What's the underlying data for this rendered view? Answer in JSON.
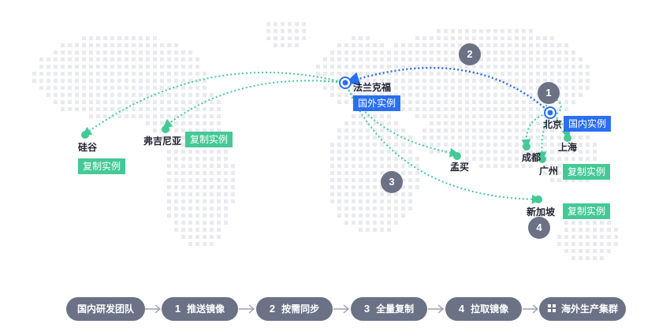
{
  "map": {
    "cities": {
      "frankfurt": "法兰克福",
      "beijing": "北京",
      "shanghai": "上海",
      "chengdu": "成都",
      "guangzhou": "广州",
      "mumbai": "孟买",
      "singapore": "新加坡",
      "siliconvalley": "硅谷",
      "virginia": "弗吉尼亚"
    },
    "tags": {
      "frankfurt": "国外实例",
      "beijing": "国内实例",
      "guangzhou": "复制实例",
      "singapore": "复制实例",
      "siliconvalley": "复制实例",
      "virginia": "复制实例"
    },
    "steps": [
      "1",
      "2",
      "3",
      "4"
    ],
    "colors": {
      "dots": "#e8eaf0",
      "green": "#45c996",
      "blue": "#2b6ff0",
      "gray": "#6b7286"
    }
  },
  "flow": [
    {
      "num": "",
      "label": "国内研发团队"
    },
    {
      "num": "1",
      "label": "推送镜像"
    },
    {
      "num": "2",
      "label": "按需同步"
    },
    {
      "num": "3",
      "label": "全量复制"
    },
    {
      "num": "4",
      "label": "拉取镜像"
    },
    {
      "num": "",
      "label": "海外生产集群",
      "icon": "cluster-icon"
    }
  ]
}
